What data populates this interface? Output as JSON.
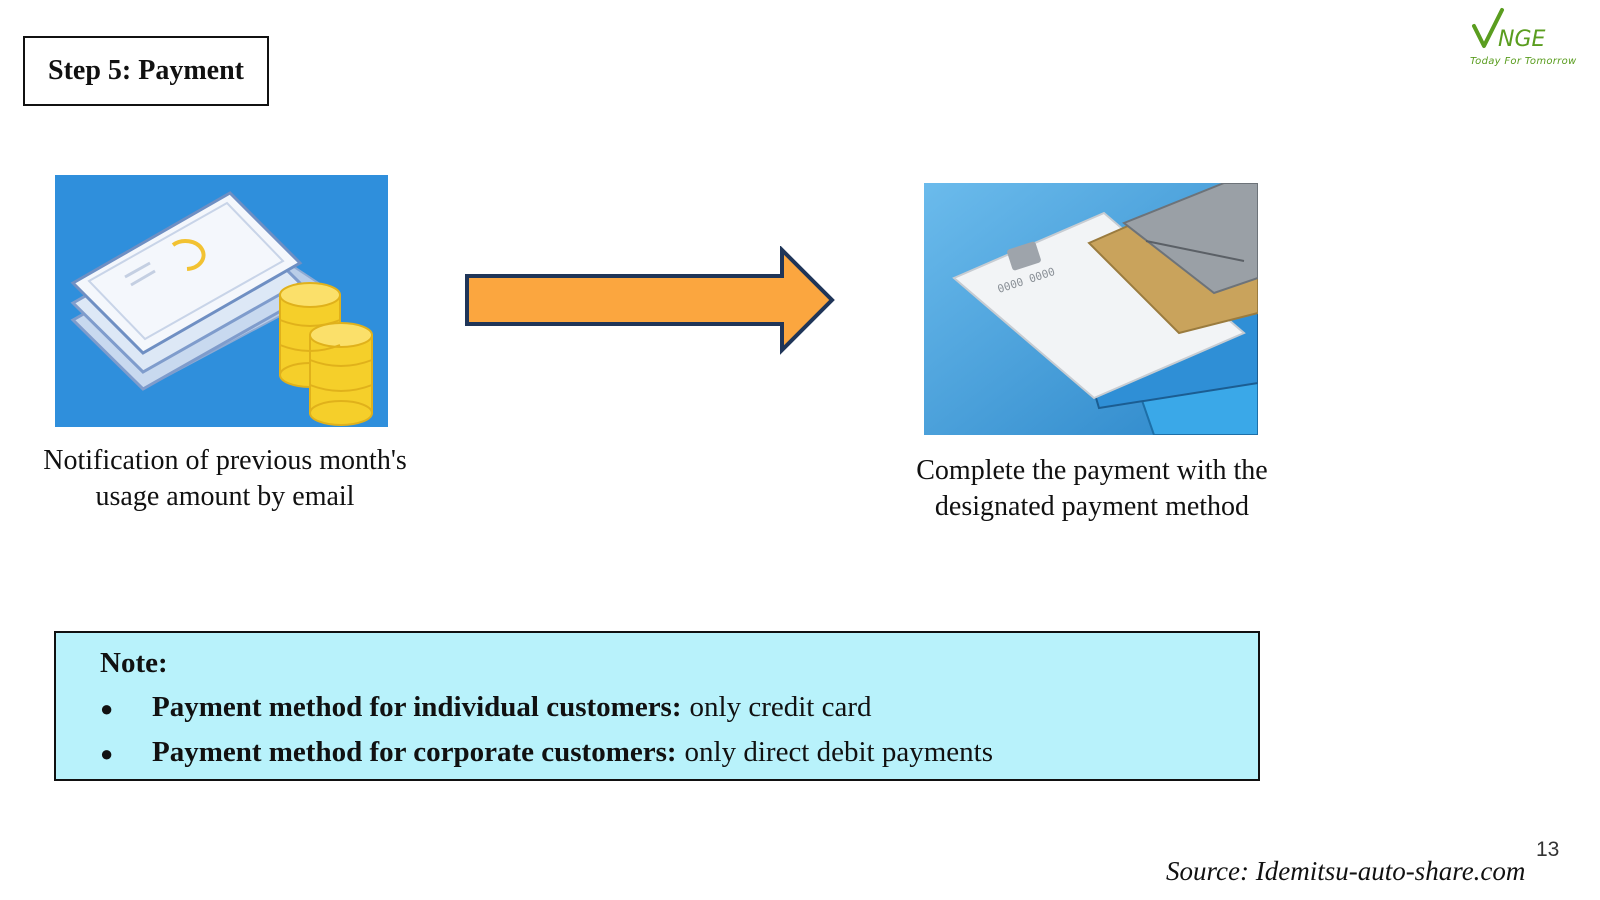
{
  "slide": {
    "title": "Step 5: Payment",
    "page_number": "13",
    "source": "Source: Idemitsu-auto-share.com"
  },
  "logo": {
    "text": "VNGE",
    "tagline": "Today For Tomorrow",
    "color": "#5a9d1f"
  },
  "steps": [
    {
      "image": "bills-and-coins-illustration",
      "caption": "Notification of previous month's usage amount by email"
    },
    {
      "image": "credit-cards-photo",
      "caption": "Complete the payment with the designated payment method"
    }
  ],
  "arrow": {
    "icon": "right-arrow-icon",
    "color": "#fba63f",
    "outline": "#1f3558"
  },
  "note": {
    "title": "Note:",
    "items": [
      {
        "label": "Payment method for individual customers:",
        "value": "only credit card"
      },
      {
        "label": "Payment method for corporate customers:",
        "value": "only direct debit payments"
      }
    ],
    "background": "#b8f2fb"
  }
}
